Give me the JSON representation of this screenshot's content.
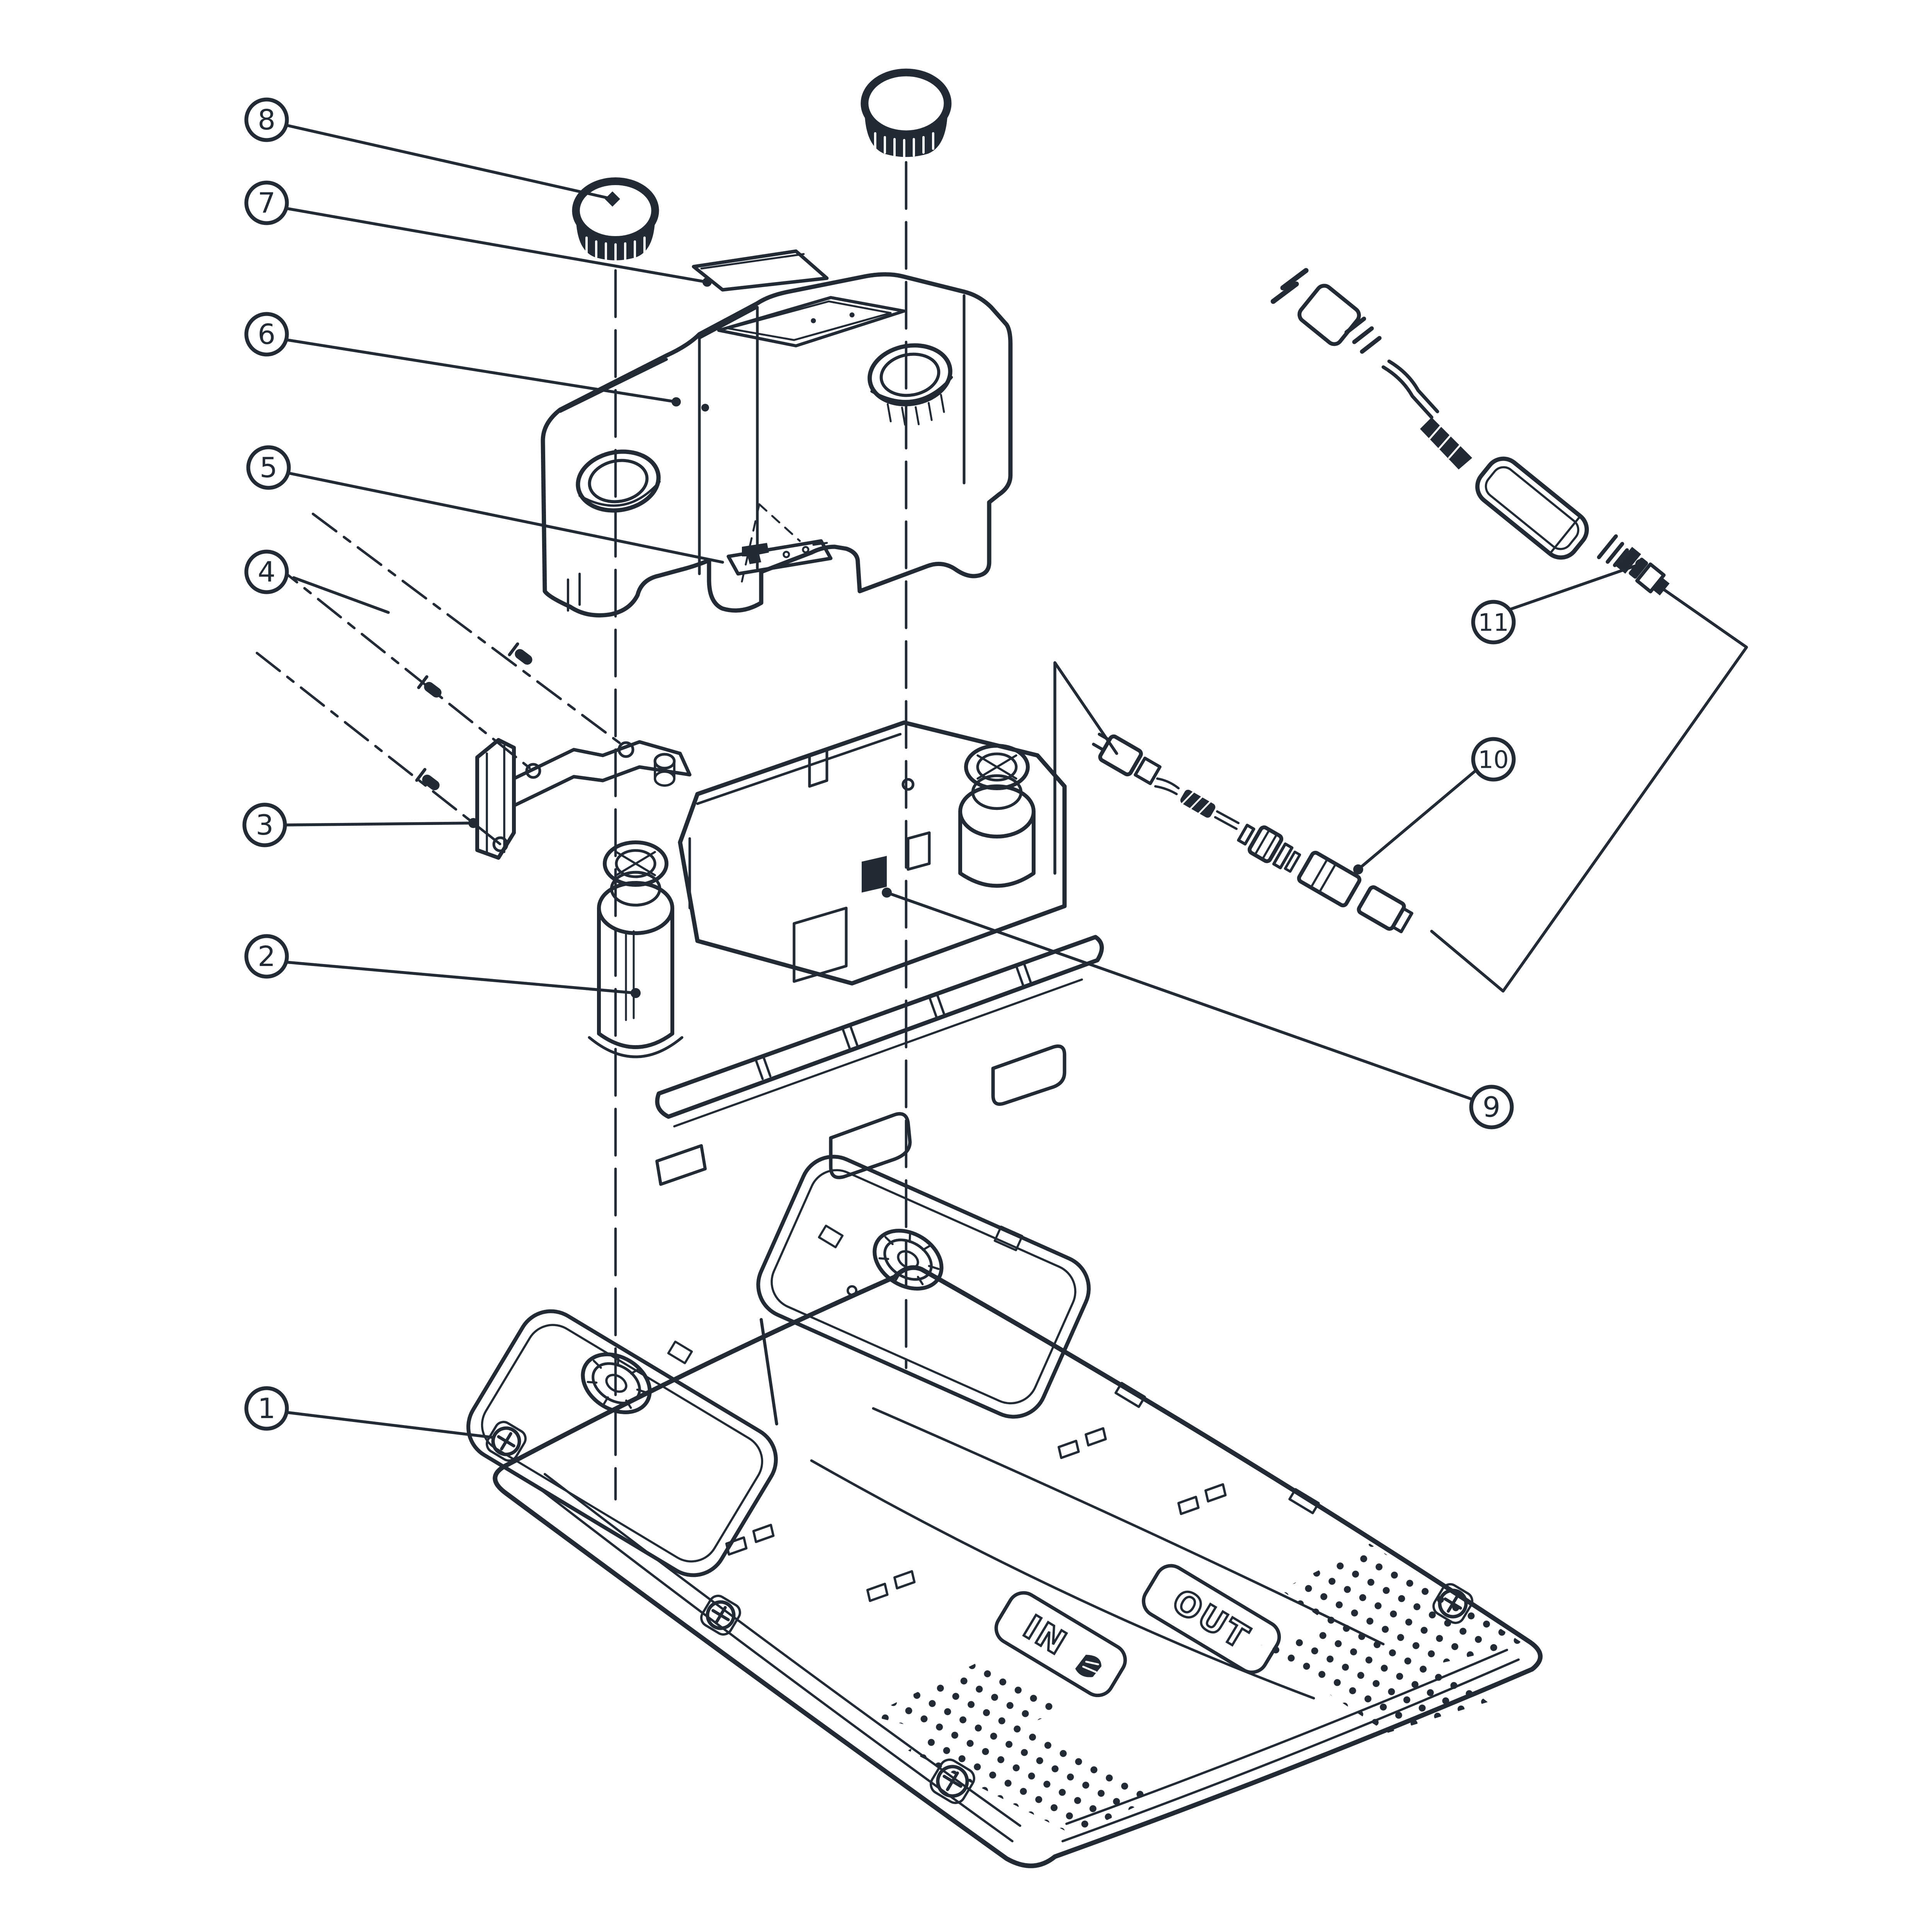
{
  "colors": {
    "background": "#ffffff",
    "line": "#222a36"
  },
  "callouts": [
    {
      "number": "1"
    },
    {
      "number": "2"
    },
    {
      "number": "3"
    },
    {
      "number": "4"
    },
    {
      "number": "5"
    },
    {
      "number": "6"
    },
    {
      "number": "7"
    },
    {
      "number": "8"
    },
    {
      "number": "9"
    },
    {
      "number": "10"
    },
    {
      "number": "11"
    }
  ],
  "base_plate": {
    "labels": {
      "in": "IN",
      "out": "OUT"
    }
  }
}
